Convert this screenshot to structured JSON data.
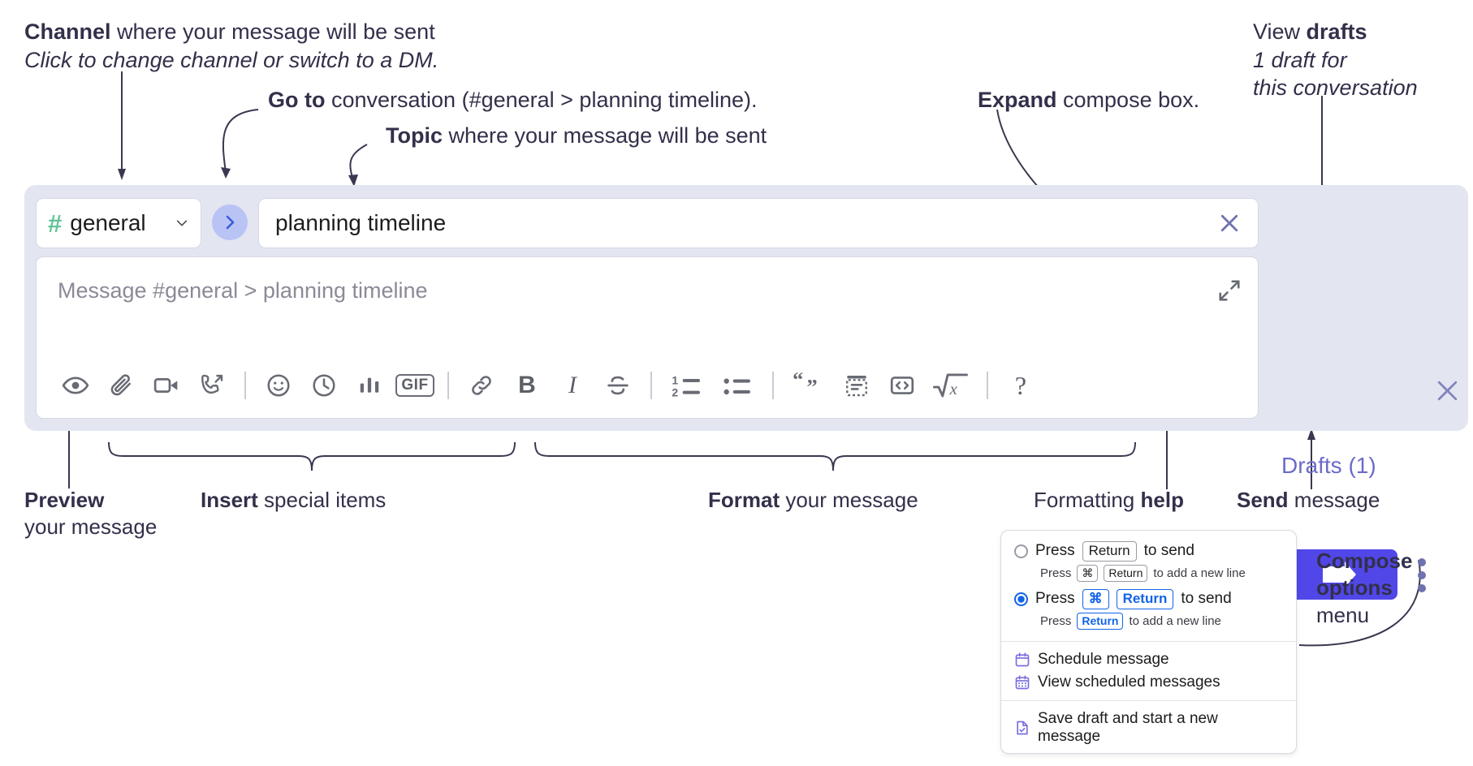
{
  "annotations": {
    "channel": {
      "bold": "Channel",
      "rest": " where your message will be sent",
      "italic": "Click to change channel or switch to a DM."
    },
    "goto": {
      "bold": "Go to",
      "rest": " conversation (#general > planning timeline)."
    },
    "topic": {
      "bold": "Topic",
      "rest": " where your message will be sent"
    },
    "expand": {
      "bold": "Expand",
      "rest": " compose box."
    },
    "drafts": {
      "pre": "View ",
      "bold": "drafts",
      "italic1": "1 draft for",
      "italic2": "this conversation"
    },
    "preview": {
      "bold": "Preview",
      "rest": "your message"
    },
    "insert": {
      "bold": "Insert",
      "rest": " special items"
    },
    "format": {
      "bold": "Format",
      "rest": " your message"
    },
    "help": {
      "pre": "Formatting ",
      "bold": "help"
    },
    "send": {
      "bold": "Send",
      "rest": " message"
    },
    "compose_options": {
      "bold1": "Compose",
      "bold2": "options",
      "rest": "menu"
    }
  },
  "compose": {
    "channel_name": "general",
    "channel_hash": "#",
    "topic_value": "planning timeline",
    "message_placeholder": "Message #general > planning timeline",
    "drafts_label": "Drafts (1)",
    "toolbar": [
      {
        "name": "preview-icon",
        "label": ""
      },
      {
        "name": "attach-icon",
        "label": ""
      },
      {
        "name": "video-icon",
        "label": ""
      },
      {
        "name": "huddle-icon",
        "label": ""
      },
      {
        "name": "emoji-icon",
        "label": ""
      },
      {
        "name": "clock-icon",
        "label": ""
      },
      {
        "name": "poll-icon",
        "label": ""
      },
      {
        "name": "gif-icon",
        "label": "GIF"
      },
      {
        "name": "link-icon",
        "label": ""
      },
      {
        "name": "bold-icon",
        "label": "B"
      },
      {
        "name": "italic-icon",
        "label": "I"
      },
      {
        "name": "strikethrough-icon",
        "label": "S"
      },
      {
        "name": "ordered-list-icon",
        "label": ""
      },
      {
        "name": "bulleted-list-icon",
        "label": ""
      },
      {
        "name": "blockquote-icon",
        "label": ""
      },
      {
        "name": "code-block-icon",
        "label": ""
      },
      {
        "name": "inline-code-icon",
        "label": ""
      },
      {
        "name": "math-icon",
        "label": ""
      },
      {
        "name": "help-icon",
        "label": "?"
      }
    ]
  },
  "menu": {
    "option1": {
      "pre": "Press ",
      "key": "Return",
      "post": " to send",
      "sub_pre": "Press ",
      "sub_key1": "⌘",
      "sub_key2": "Return",
      "sub_post": " to add a new line",
      "selected": false
    },
    "option2": {
      "pre": "Press ",
      "key1": "⌘",
      "key2": "Return",
      "post": " to send",
      "sub_pre": "Press ",
      "sub_key": "Return",
      "sub_post": " to add a new line",
      "selected": true
    },
    "items": [
      {
        "icon": "calendar-schedule-icon",
        "label": "Schedule message"
      },
      {
        "icon": "calendar-view-icon",
        "label": "View scheduled messages"
      },
      {
        "icon": "save-draft-icon",
        "label": "Save draft and start a new message"
      }
    ]
  },
  "colors": {
    "panel_bg": "#e3e5f1",
    "send_button": "#5147e8",
    "drafts_text": "#6a6cc9",
    "hash_green": "#63c49a",
    "goto_bg": "#b9c4f5",
    "radio_blue": "#1264e6",
    "menu_icon": "#7a6fe0"
  }
}
